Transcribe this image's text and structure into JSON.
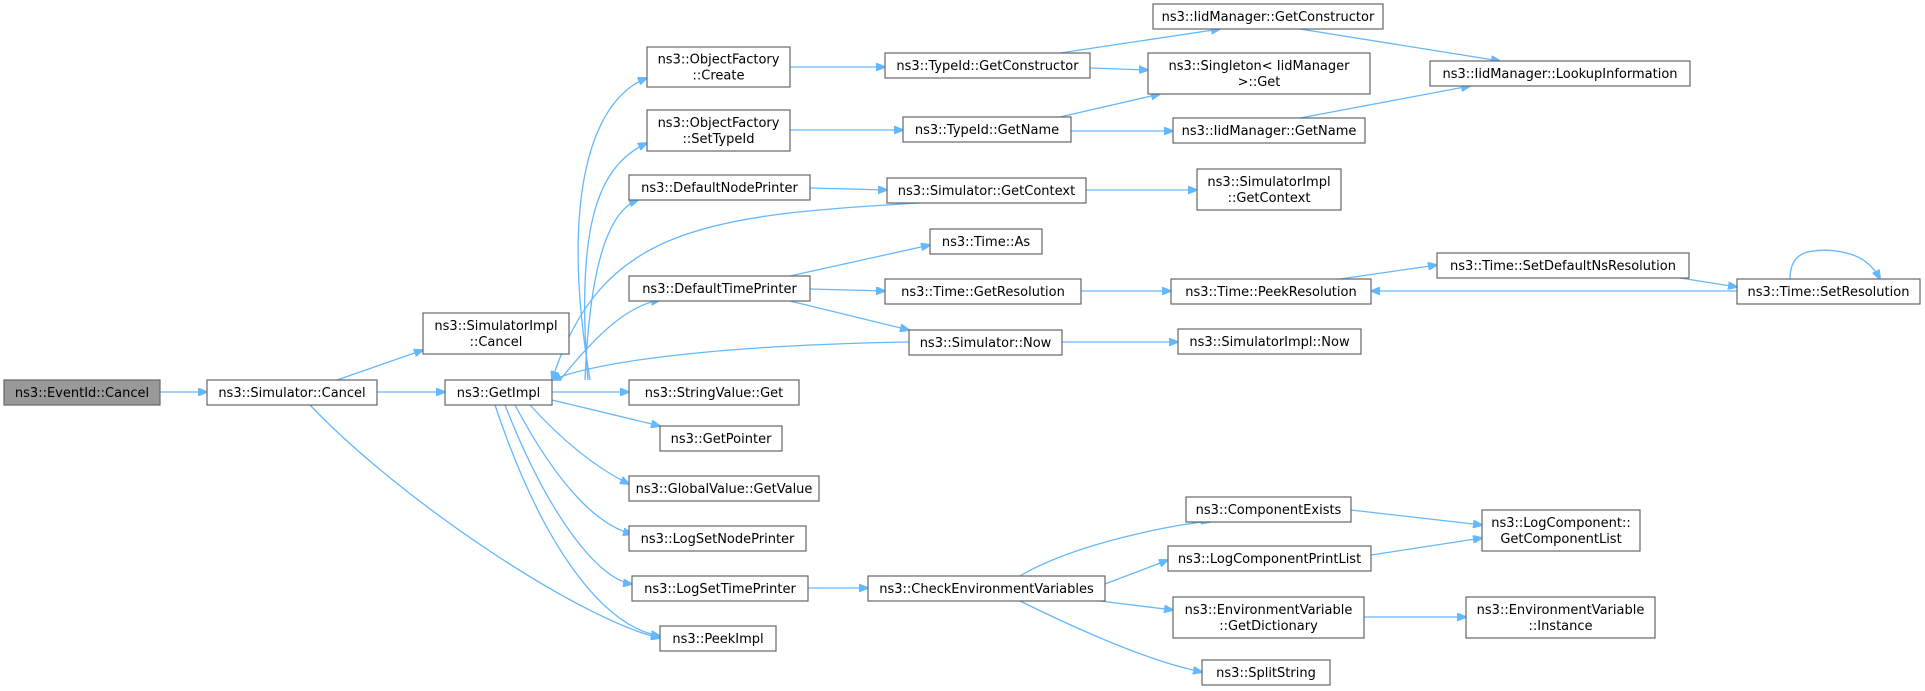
{
  "colors": {
    "edge": "#63b8ff",
    "node_border": "#666666",
    "root_fill": "#999999",
    "node_fill": "#ffffff"
  },
  "nodes": [
    {
      "id": "n1",
      "lines": [
        "ns3::EventId::Cancel"
      ],
      "root": true
    },
    {
      "id": "n2",
      "lines": [
        "ns3::Simulator::Cancel"
      ]
    },
    {
      "id": "n3",
      "lines": [
        "ns3::SimulatorImpl",
        "::Cancel"
      ]
    },
    {
      "id": "n4",
      "lines": [
        "ns3::GetImpl"
      ]
    },
    {
      "id": "n5",
      "lines": [
        "ns3::PeekImpl"
      ]
    },
    {
      "id": "n6",
      "lines": [
        "ns3::ObjectFactory",
        "::Create"
      ]
    },
    {
      "id": "n7",
      "lines": [
        "ns3::ObjectFactory",
        "::SetTypeId"
      ]
    },
    {
      "id": "n8",
      "lines": [
        "ns3::DefaultNodePrinter"
      ]
    },
    {
      "id": "n9",
      "lines": [
        "ns3::DefaultTimePrinter"
      ]
    },
    {
      "id": "n10",
      "lines": [
        "ns3::StringValue::Get"
      ]
    },
    {
      "id": "n11",
      "lines": [
        "ns3::GetPointer"
      ]
    },
    {
      "id": "n12",
      "lines": [
        "ns3::GlobalValue::GetValue"
      ]
    },
    {
      "id": "n13",
      "lines": [
        "ns3::LogSetNodePrinter"
      ]
    },
    {
      "id": "n14",
      "lines": [
        "ns3::LogSetTimePrinter"
      ]
    },
    {
      "id": "n15",
      "lines": [
        "ns3::TypeId::GetConstructor"
      ]
    },
    {
      "id": "n16",
      "lines": [
        "ns3::TypeId::GetName"
      ]
    },
    {
      "id": "n17",
      "lines": [
        "ns3::Simulator::GetContext"
      ]
    },
    {
      "id": "n18",
      "lines": [
        "ns3::Time::As"
      ]
    },
    {
      "id": "n19",
      "lines": [
        "ns3::Time::GetResolution"
      ]
    },
    {
      "id": "n20",
      "lines": [
        "ns3::Simulator::Now"
      ]
    },
    {
      "id": "n21",
      "lines": [
        "ns3::CheckEnvironmentVariables"
      ]
    },
    {
      "id": "n22",
      "lines": [
        "ns3::IidManager::GetConstructor"
      ]
    },
    {
      "id": "n23",
      "lines": [
        "ns3::Singleton< IidManager",
        " >::Get"
      ]
    },
    {
      "id": "n24",
      "lines": [
        "ns3::IidManager::GetName"
      ]
    },
    {
      "id": "n25",
      "lines": [
        "ns3::IidManager::LookupInformation"
      ]
    },
    {
      "id": "n26",
      "lines": [
        "ns3::SimulatorImpl",
        "::GetContext"
      ]
    },
    {
      "id": "n27",
      "lines": [
        "ns3::Time::PeekResolution"
      ]
    },
    {
      "id": "n28",
      "lines": [
        "ns3::Time::SetDefaultNsResolution"
      ]
    },
    {
      "id": "n29",
      "lines": [
        "ns3::Time::SetResolution"
      ]
    },
    {
      "id": "n30",
      "lines": [
        "ns3::SimulatorImpl::Now"
      ]
    },
    {
      "id": "n31",
      "lines": [
        "ns3::ComponentExists"
      ]
    },
    {
      "id": "n32",
      "lines": [
        "ns3::LogComponentPrintList"
      ]
    },
    {
      "id": "n33",
      "lines": [
        "ns3::EnvironmentVariable",
        "::GetDictionary"
      ]
    },
    {
      "id": "n34",
      "lines": [
        "ns3::SplitString"
      ]
    },
    {
      "id": "n35",
      "lines": [
        "ns3::LogComponent::",
        "GetComponentList"
      ]
    },
    {
      "id": "n36",
      "lines": [
        "ns3::EnvironmentVariable",
        "::Instance"
      ]
    }
  ],
  "edges": [
    [
      "n1",
      "n2"
    ],
    [
      "n2",
      "n3"
    ],
    [
      "n2",
      "n4"
    ],
    [
      "n2",
      "n5"
    ],
    [
      "n4",
      "n6"
    ],
    [
      "n4",
      "n7"
    ],
    [
      "n4",
      "n8"
    ],
    [
      "n4",
      "n9"
    ],
    [
      "n4",
      "n10"
    ],
    [
      "n4",
      "n11"
    ],
    [
      "n4",
      "n12"
    ],
    [
      "n4",
      "n13"
    ],
    [
      "n4",
      "n14"
    ],
    [
      "n4",
      "n5"
    ],
    [
      "n6",
      "n15"
    ],
    [
      "n7",
      "n16"
    ],
    [
      "n8",
      "n17"
    ],
    [
      "n17",
      "n4"
    ],
    [
      "n17",
      "n26"
    ],
    [
      "n9",
      "n18"
    ],
    [
      "n9",
      "n19"
    ],
    [
      "n9",
      "n20"
    ],
    [
      "n20",
      "n4"
    ],
    [
      "n20",
      "n30"
    ],
    [
      "n15",
      "n22"
    ],
    [
      "n15",
      "n23"
    ],
    [
      "n16",
      "n23"
    ],
    [
      "n16",
      "n24"
    ],
    [
      "n22",
      "n25"
    ],
    [
      "n24",
      "n25"
    ],
    [
      "n19",
      "n27"
    ],
    [
      "n27",
      "n28"
    ],
    [
      "n28",
      "n29"
    ],
    [
      "n29",
      "n27"
    ],
    [
      "n29",
      "n29"
    ],
    [
      "n14",
      "n21"
    ],
    [
      "n21",
      "n31"
    ],
    [
      "n21",
      "n32"
    ],
    [
      "n21",
      "n33"
    ],
    [
      "n21",
      "n34"
    ],
    [
      "n31",
      "n35"
    ],
    [
      "n32",
      "n35"
    ],
    [
      "n33",
      "n36"
    ]
  ]
}
